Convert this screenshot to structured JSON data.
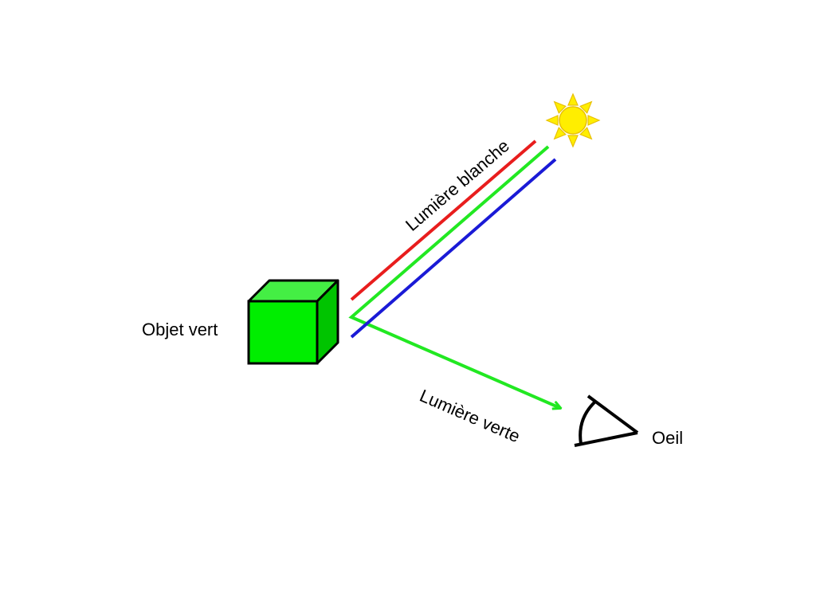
{
  "labels": {
    "white_light": "Lumière blanche",
    "green_light": "Lumière verte",
    "object": "Objet vert",
    "eye": "Oeil"
  },
  "colors": {
    "red_ray": "#e81d1d",
    "green_ray": "#22e822",
    "blue_ray": "#1a1ad6",
    "cube_front": "#00ee00",
    "cube_top": "#44ee44",
    "cube_side": "#00c400",
    "sun": "#ffee00",
    "sun_outline": "#e8c000",
    "outline": "#000000"
  },
  "icons": {
    "source": "sun-icon",
    "object": "cube-icon",
    "observer": "eye-icon"
  }
}
